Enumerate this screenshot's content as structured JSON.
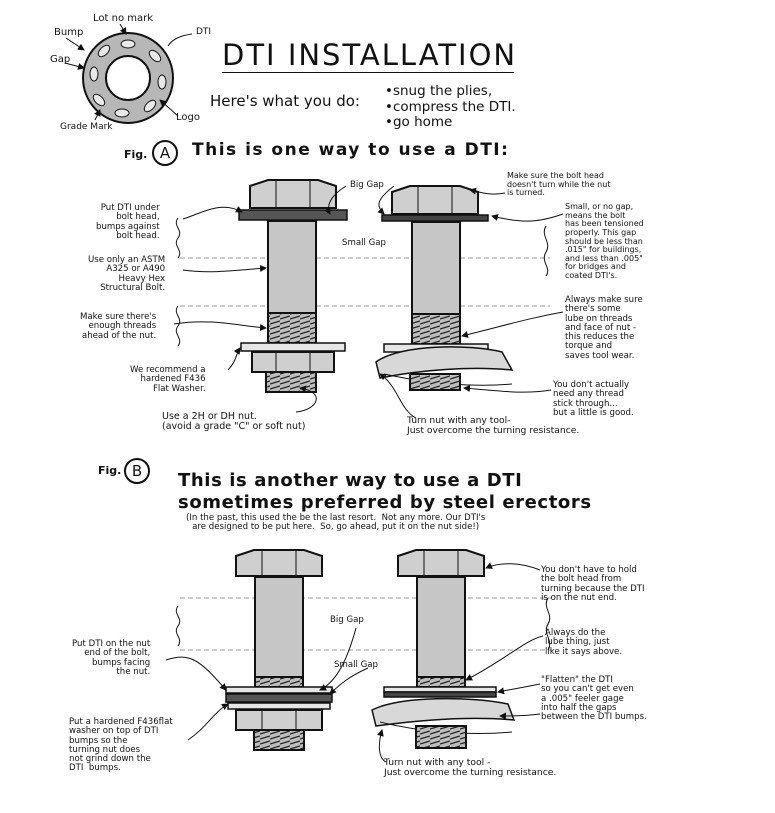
{
  "title": "DTI INSTALLATION",
  "intro": "Here's what you do:",
  "steps": [
    "snug the plies,",
    "compress the DTI.",
    "go home"
  ],
  "washer_labels": {
    "lot": "Lot no mark",
    "dti": "DTI",
    "bump": "Bump",
    "gap": "Gap",
    "grade": "Grade Mark",
    "logo": "Logo"
  },
  "fig_a": {
    "tag": "Fig.",
    "letter": "A",
    "heading": "This is one way to use a DTI:",
    "callouts": {
      "put_dti": "Put DTI under\nbolt head,\nbumps against\nbolt head.",
      "astm": "Use only an ASTM\nA325 or A490\nHeavy Hex\nStructural Bolt.",
      "threads": "Make sure there's\nenough threads\nahead of the nut.",
      "f436": "We recommend a\nhardened F436\nFlat Washer.",
      "nut": "Use a 2H or DH nut.\n(avoid a grade \"C\" or soft nut)",
      "big_gap": "Big Gap",
      "small_gap": "Small Gap",
      "bolt_head": "Make sure the bolt head\ndoesn't turn while the nut\nis turned.",
      "tension": "Small, or no gap,\nmeans the bolt\nhas been tensioned\nproperly. This gap\nshould be less than\n.015\" for buildings,\nand less than .005\"\nfor bridges and\ncoated DTI's.",
      "lube": "Always make sure\nthere's some\nlube on threads\nand face of nut -\nthis reduces the\ntorque and\nsaves tool wear.",
      "stick": "You don't actually\nneed any thread\nstick through...\nbut a little is good.",
      "turn": "Turn nut with any tool-\nJust overcome the turning resistance."
    }
  },
  "fig_b": {
    "tag": "Fig.",
    "letter": "B",
    "heading": "This is another way to use a DTI\nsometimes preferred by steel erectors",
    "note": "(In the past, this used the be the last resort.  Not any more. Our DTI's\nare designed to be put here.  So, go ahead, put it on the nut side!)",
    "callouts": {
      "put_dti": "Put DTI on the nut\nend of the bolt,\nbumps facing\nthe nut.",
      "hardened": "Put a hardened F436flat\nwasher on top of DTI\nbumps so the\nturning nut does\nnot grind down the\nDTI  bumps.",
      "big_gap": "Big Gap",
      "small_gap": "Small Gap",
      "hold": "You don't have to hold\nthe bolt head from\nturning because the DTI\nis on the nut end.",
      "lube": "Always do the\nlube thing, just\nlike it says above.",
      "flatten": "\"Flatten\" the DTI\nso you can't get even\na .005\" feeler gage\ninto half the gaps\nbetween the DTI bumps.",
      "turn": "Turn nut with any tool -\nJust overcome the turning resistance."
    }
  }
}
